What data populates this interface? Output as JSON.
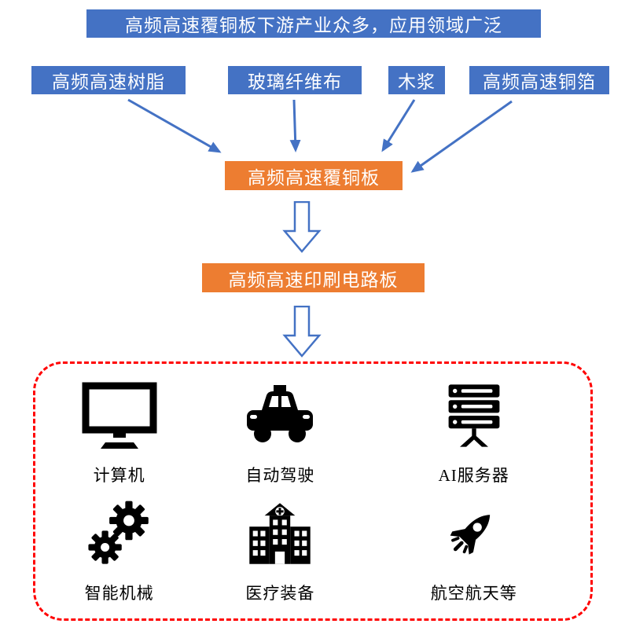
{
  "title": {
    "label": "高频高速覆铜板下游产业众多，应用领域广泛"
  },
  "inputs": [
    {
      "label": "高频高速树脂"
    },
    {
      "label": "玻璃纤维布"
    },
    {
      "label": "木浆"
    },
    {
      "label": "高频高速铜箔"
    }
  ],
  "intermediate": {
    "label": "高频高速覆铜板"
  },
  "product": {
    "label": "高频高速印刷电路板"
  },
  "applications": [
    {
      "label": "计算机",
      "icon": "monitor-icon"
    },
    {
      "label": "自动驾驶",
      "icon": "taxi-icon"
    },
    {
      "label": "AI服务器",
      "icon": "server-rack-icon"
    },
    {
      "label": "智能机械",
      "icon": "gears-icon"
    },
    {
      "label": "医疗装备",
      "icon": "hospital-icon"
    },
    {
      "label": "航空航天等",
      "icon": "rocket-icon"
    }
  ],
  "colors": {
    "blue": "#4472C4",
    "orange": "#ED7D31",
    "red": "#FF0000",
    "icon": "#000000"
  }
}
